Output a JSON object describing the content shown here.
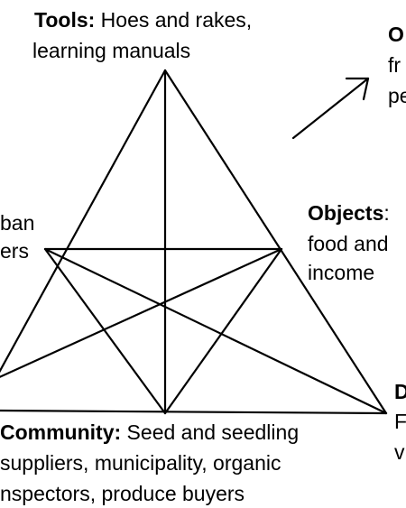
{
  "tools": {
    "heading": "Tools:",
    "line1": " Hoes and rakes,",
    "line2": "learning manuals"
  },
  "outcome_partial": {
    "line1": "O",
    "line2": "fr",
    "line3": "pe"
  },
  "subjects_partial": {
    "line1": "ban",
    "line2": "ers"
  },
  "objects": {
    "heading": "Objects",
    "colon": ":",
    "line2": "food and",
    "line3": "income"
  },
  "division_partial": {
    "line1": "D",
    "line2": "F",
    "line3": "v"
  },
  "community": {
    "heading": "Community:",
    "line1": " Seed and seedling",
    "line2": "suppliers, municipality, organic",
    "line3": "nspectors, produce buyers"
  }
}
